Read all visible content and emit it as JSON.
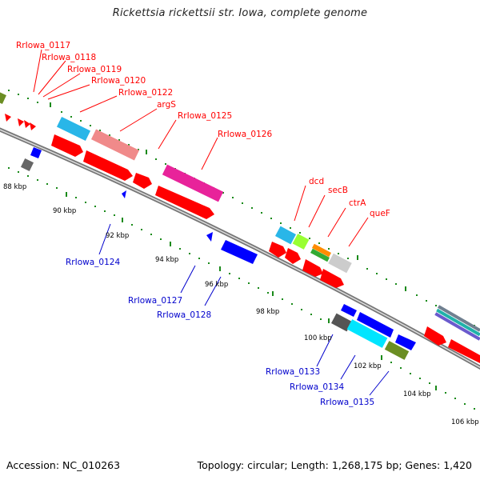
{
  "title": "Rickettsia rickettsii str. Iowa, complete genome",
  "footer": {
    "accession": "Accession: NC_010263",
    "summary": "Topology: circular; Length: 1,268,175 bp; Genes: 1,420"
  },
  "colors": {
    "forward_label": "#ff0000",
    "reverse_label": "#0000cc",
    "backbone": "#888888",
    "tick": "#1a8a1a",
    "cds_forward": "#ff0000",
    "cds_reverse": "#0000ff"
  },
  "scale_labels": [
    "88 kbp",
    "90 kbp",
    "92 kbp",
    "94 kbp",
    "96 kbp",
    "98 kbp",
    "100 kbp",
    "102 kbp",
    "104 kbp",
    "106 kbp"
  ],
  "forward_gene_labels": [
    "RrIowa_0117",
    "RrIowa_0118",
    "RrIowa_0119",
    "RrIowa_0120",
    "RrIowa_0122",
    "argS",
    "RrIowa_0125",
    "RrIowa_0126",
    "dcd",
    "secB",
    "ctrA",
    "queF"
  ],
  "reverse_gene_labels": [
    "RrIowa_0124",
    "RrIowa_0127",
    "RrIowa_0128",
    "RrIowa_0133",
    "RrIowa_0134",
    "RrIowa_0135"
  ]
}
